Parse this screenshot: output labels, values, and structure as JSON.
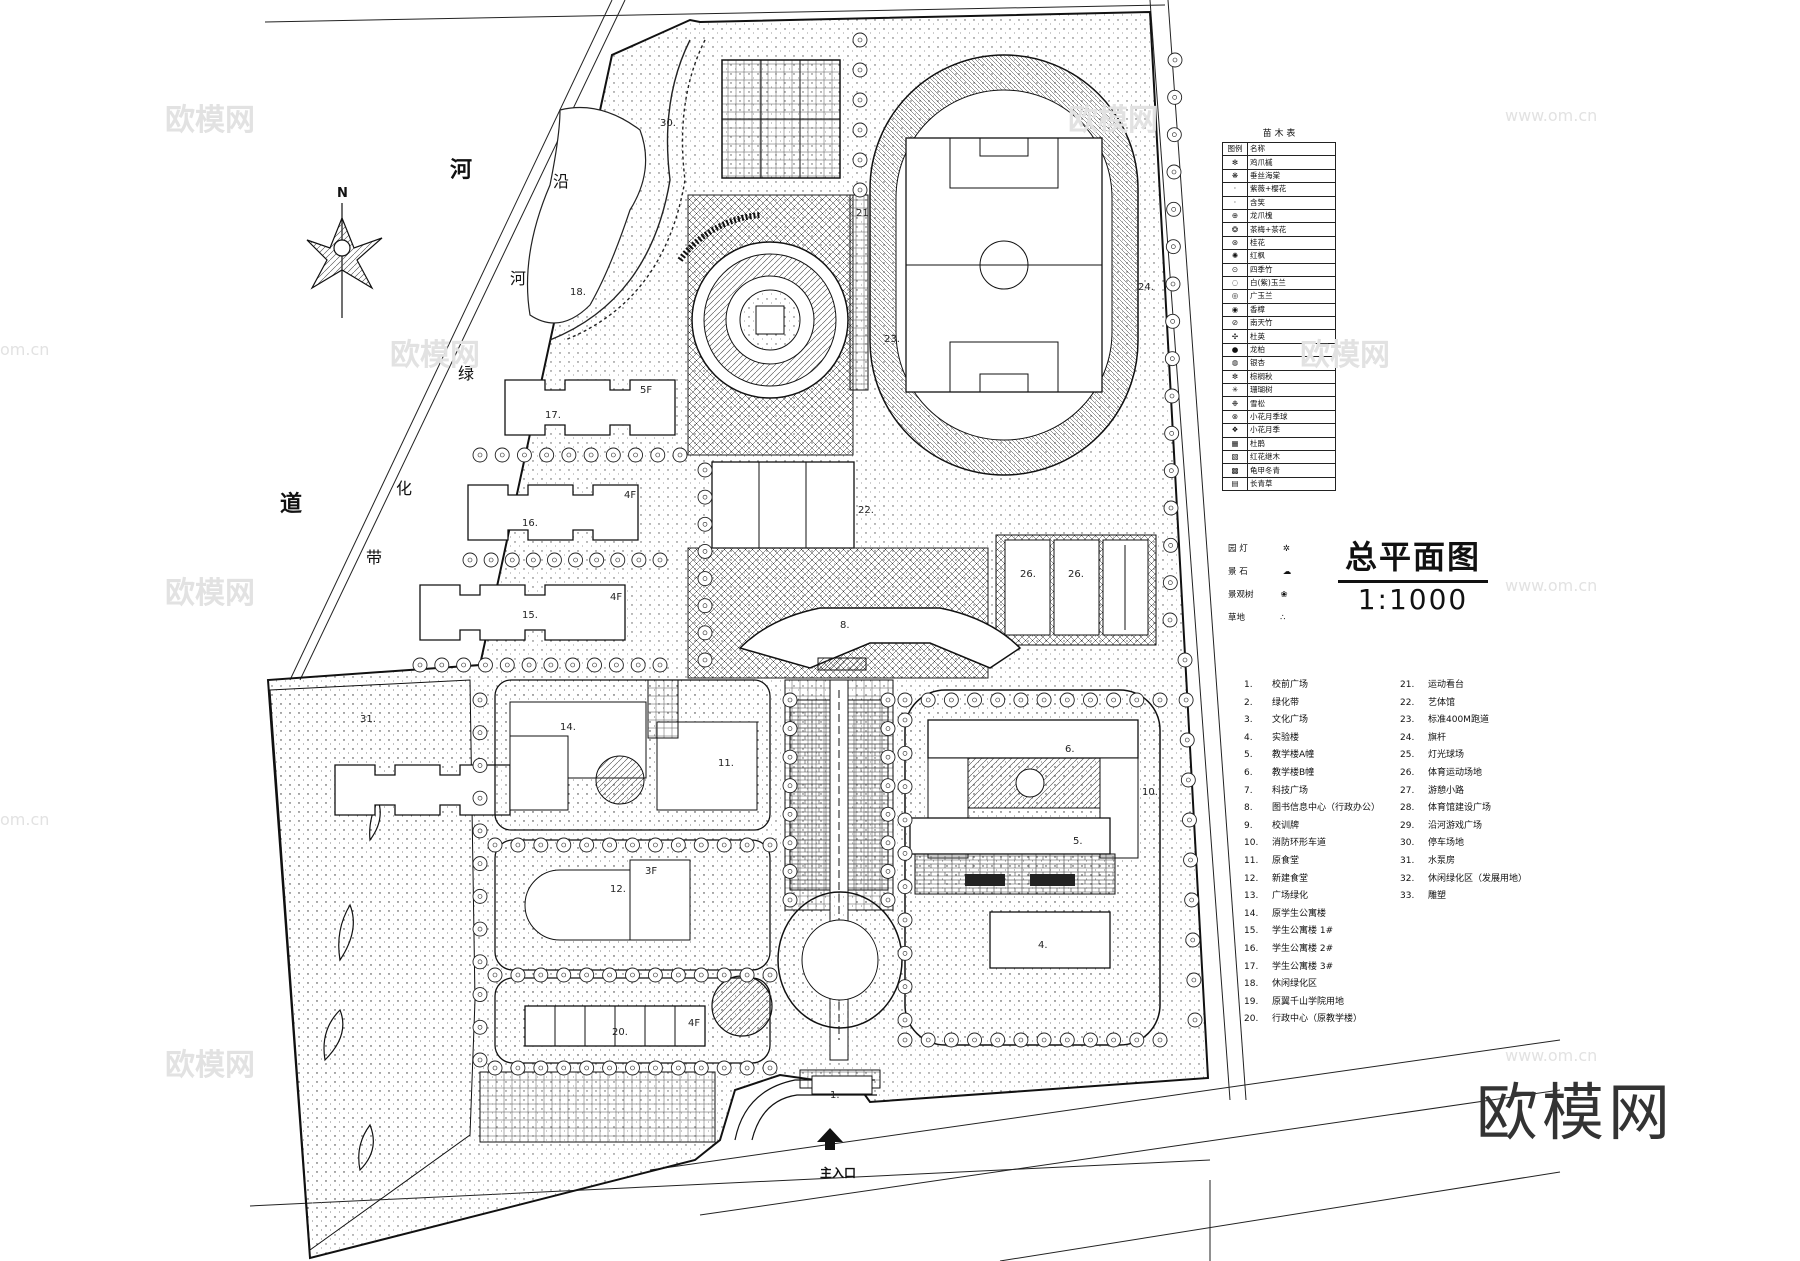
{
  "title": {
    "main": "总平面图",
    "scale": "1:1000"
  },
  "compass": {
    "north": "N"
  },
  "road_labels": {
    "river_left": "河",
    "road_left": "道",
    "strip": [
      "沿",
      "河",
      "绿",
      "化",
      "带"
    ]
  },
  "entrance_label": "主入口",
  "plant_table": {
    "title": "苗 木 表",
    "col_symbol": "图例",
    "col_name": "名称",
    "items": [
      "鸡爪槭",
      "垂丝海棠",
      "紫薇+樱花",
      "含笑",
      "龙爪槐",
      "茶梅+茶花",
      "桂花",
      "红枫",
      "四季竹",
      "白(紫)玉兰",
      "广玉兰",
      "香樟",
      "南天竹",
      "杜英",
      "龙柏",
      "银杏",
      "棕榈秋",
      "珊瑚树",
      "雪松",
      "小花月季球",
      "小花月季",
      "杜鹃",
      "红花继木",
      "龟甲冬青",
      "长青草"
    ]
  },
  "misc_legend": [
    {
      "name": "园 灯"
    },
    {
      "name": "景 石"
    },
    {
      "name": "景观树"
    },
    {
      "name": "草地"
    }
  ],
  "index_left": [
    {
      "n": "1.",
      "t": "校前广场"
    },
    {
      "n": "2.",
      "t": "绿化带"
    },
    {
      "n": "3.",
      "t": "文化广场"
    },
    {
      "n": "4.",
      "t": "实验楼"
    },
    {
      "n": "5.",
      "t": "教学楼A幢"
    },
    {
      "n": "6.",
      "t": "教学楼B幢"
    },
    {
      "n": "7.",
      "t": "科技广场"
    },
    {
      "n": "8.",
      "t": "图书信息中心（行政办公）"
    },
    {
      "n": "9.",
      "t": "校训牌"
    },
    {
      "n": "10.",
      "t": "消防环形车道"
    },
    {
      "n": "11.",
      "t": "原食堂"
    },
    {
      "n": "12.",
      "t": "新建食堂"
    },
    {
      "n": "13.",
      "t": "广场绿化"
    },
    {
      "n": "14.",
      "t": "原学生公寓楼"
    },
    {
      "n": "15.",
      "t": "学生公寓楼 1#"
    },
    {
      "n": "16.",
      "t": "学生公寓楼 2#"
    },
    {
      "n": "17.",
      "t": "学生公寓楼 3#"
    },
    {
      "n": "18.",
      "t": "休闲绿化区"
    },
    {
      "n": "19.",
      "t": "原翼千山学院用地"
    },
    {
      "n": "20.",
      "t": "行政中心（原教学楼）"
    }
  ],
  "index_right": [
    {
      "n": "21.",
      "t": "运动看台"
    },
    {
      "n": "22.",
      "t": "艺体馆"
    },
    {
      "n": "23.",
      "t": "标准400M跑道"
    },
    {
      "n": "24.",
      "t": "旗杆"
    },
    {
      "n": "25.",
      "t": "灯光球场"
    },
    {
      "n": "26.",
      "t": "体育运动场地"
    },
    {
      "n": "27.",
      "t": "游憩小路"
    },
    {
      "n": "28.",
      "t": "体育馆建设广场"
    },
    {
      "n": "29.",
      "t": "沿河游戏广场"
    },
    {
      "n": "30.",
      "t": "停车场地"
    },
    {
      "n": "31.",
      "t": "水泵房"
    },
    {
      "n": "32.",
      "t": "休闲绿化区（发展用地）"
    },
    {
      "n": "33.",
      "t": "雕塑"
    }
  ],
  "plan_numbers": [
    "30.",
    "18.",
    "17.",
    "5F",
    "16.",
    "4F",
    "15.",
    "4F",
    "31.",
    "14.",
    "11.",
    "12.",
    "3F",
    "20.",
    "4F",
    "21.",
    "23.",
    "24.",
    "26.",
    "26.",
    "6.",
    "10.",
    "5.",
    "4.",
    "8.",
    "1.",
    "22."
  ],
  "watermarks": {
    "brand_cn": "欧模网",
    "brand_url": "www.om.cn",
    "small": "om.cn"
  },
  "brand": "欧模网"
}
